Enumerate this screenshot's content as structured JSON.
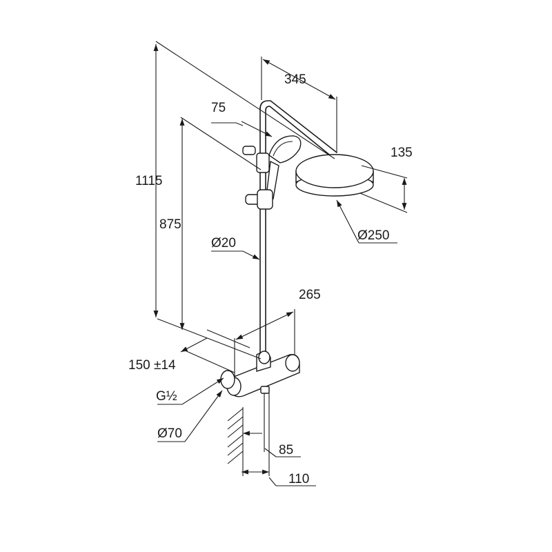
{
  "dimensions": {
    "total_height": "1115",
    "rail_height": "875",
    "arm_reach": "345",
    "holder_offset": "75",
    "head_depth": "135",
    "head_diameter": "Ø250",
    "rail_diameter": "Ø20",
    "mixer_width": "265",
    "inlet_spacing": "150 ±14",
    "thread": "G½",
    "escutcheon_diameter": "Ø70",
    "wall_offset_a": "85",
    "wall_offset_b": "110"
  }
}
